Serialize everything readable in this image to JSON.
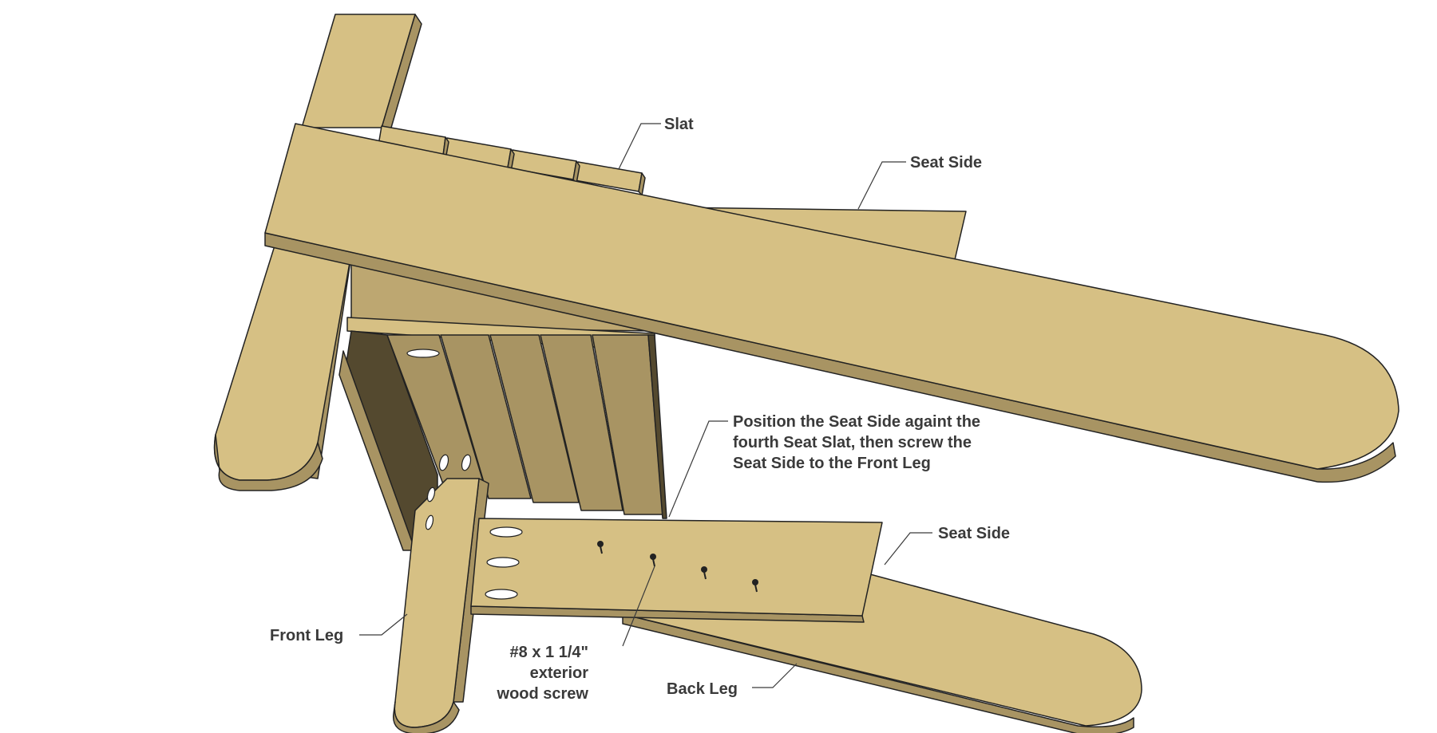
{
  "labels": {
    "slat": "Slat",
    "seat_side_top": "Seat Side",
    "instruction_line1": "Position the Seat Side againt the",
    "instruction_line2": "fourth Seat Slat, then screw the",
    "instruction_line3": "Seat Side to the Front Leg",
    "seat_side_bottom": "Seat Side",
    "front_leg": "Front Leg",
    "screw_line1": "#8 x 1 1/4\"",
    "screw_line2": "exterior",
    "screw_line3": "wood screw",
    "back_leg": "Back Leg"
  },
  "colors": {
    "wood_face": "#d6c084",
    "wood_side": "#a89463",
    "wood_shadow": "#54492f",
    "label_text": "#3a3a3a"
  }
}
